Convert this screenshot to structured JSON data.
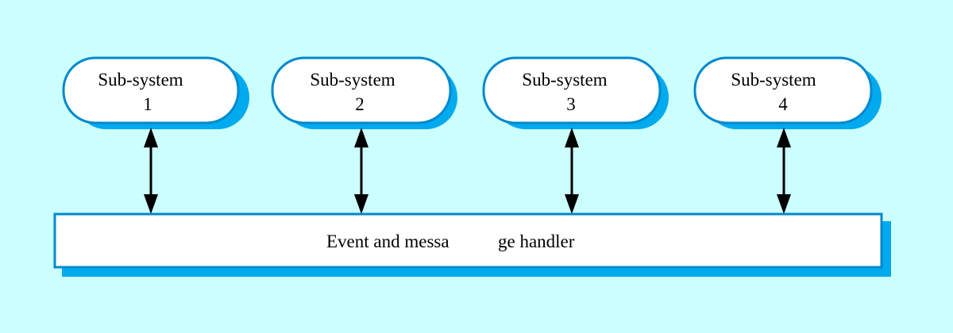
{
  "subsystems": [
    {
      "line1": "Sub-system",
      "line2": "1"
    },
    {
      "line1": "Sub-system",
      "line2": "2"
    },
    {
      "line1": "Sub-system",
      "line2": "3"
    },
    {
      "line1": "Sub-system",
      "line2": "4"
    }
  ],
  "handler": {
    "label_part1": "Event and messa",
    "label_part2": "ge handler"
  },
  "colors": {
    "background": "#ccffff",
    "shape_fill": "#ffffff",
    "shape_border": "#0088cc",
    "shadow": "#00aaee",
    "arrow": "#000000"
  }
}
